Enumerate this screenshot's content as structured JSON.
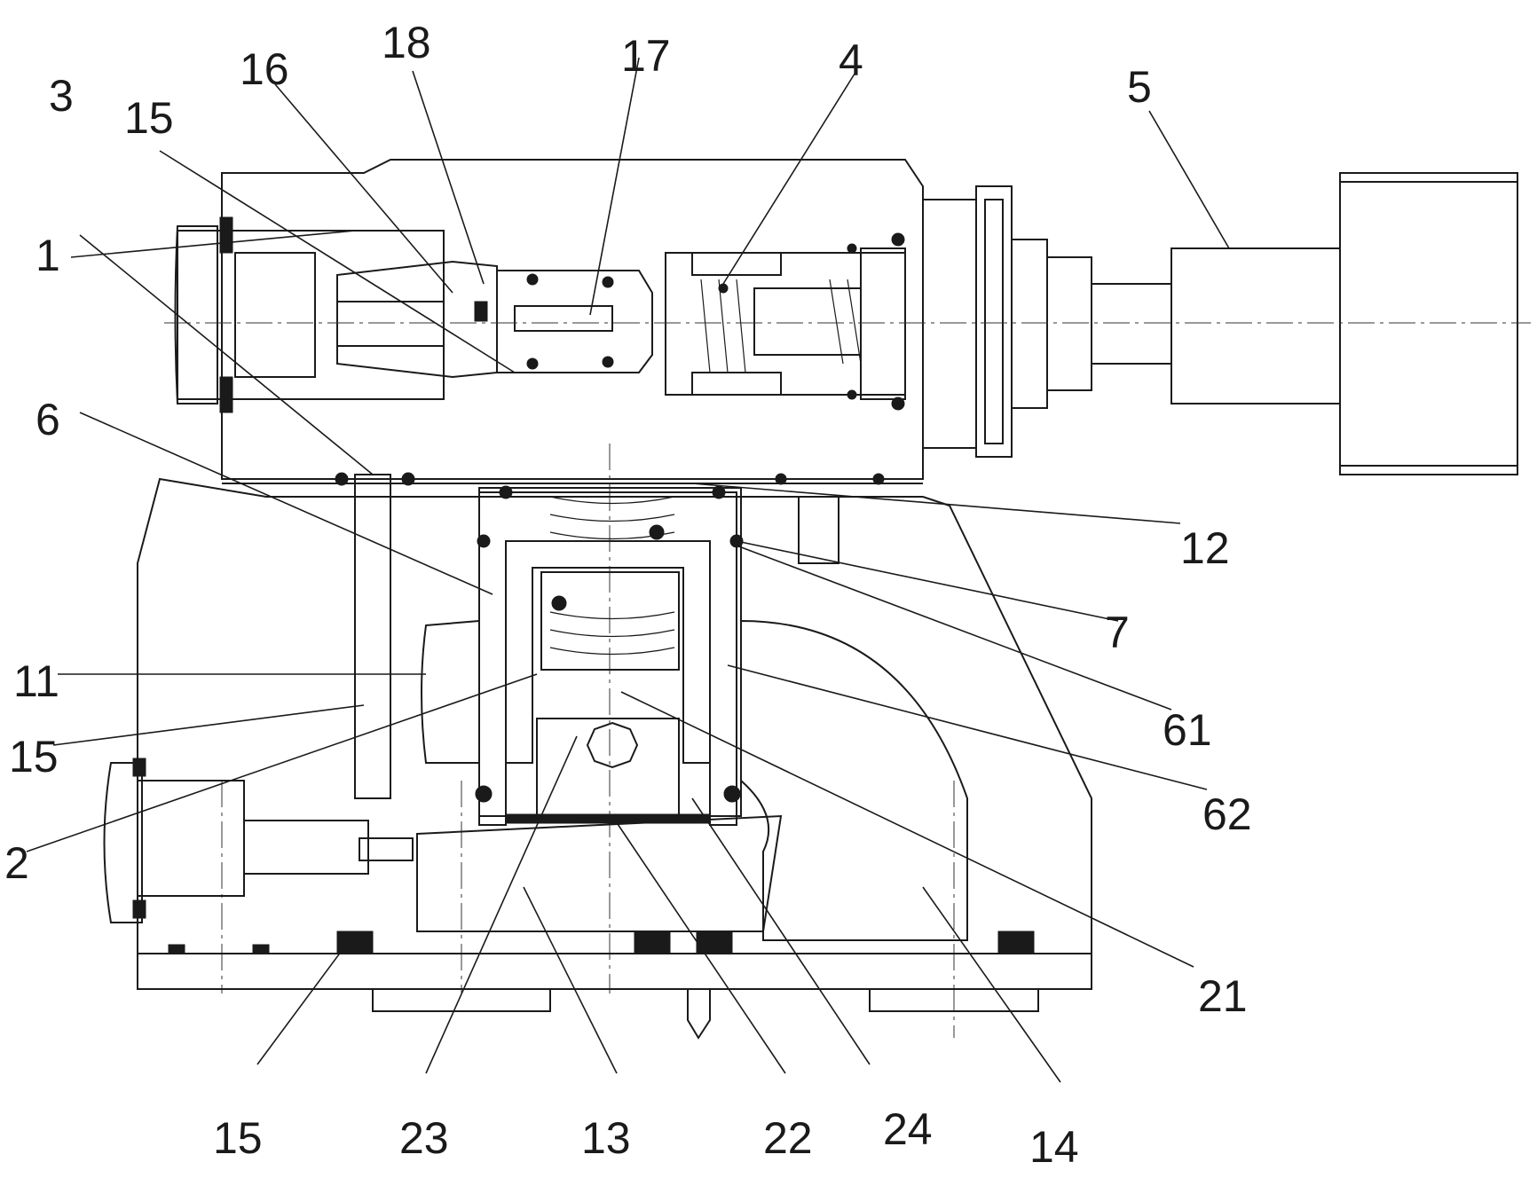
{
  "labels": {
    "l1": "1",
    "l2": "2",
    "l3": "3",
    "l4": "4",
    "l5": "5",
    "l6": "6",
    "l7": "7",
    "l11": "11",
    "l12": "12",
    "l13": "13",
    "l14": "14",
    "l15a": "15",
    "l15b": "15",
    "l15c": "15",
    "l16": "16",
    "l17": "17",
    "l18": "18",
    "l21": "21",
    "l22": "22",
    "l23": "23",
    "l24": "24",
    "l61": "61",
    "l62": "62"
  },
  "colors": {
    "line": "#1a1a1a",
    "background": "#ffffff"
  }
}
